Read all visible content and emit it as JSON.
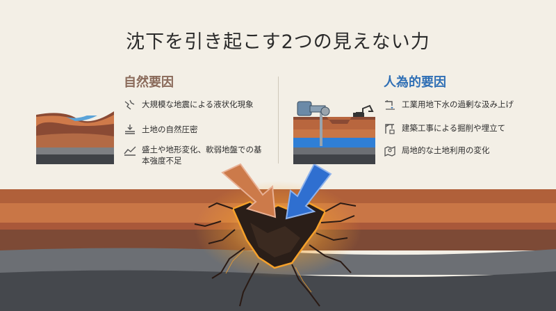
{
  "title": "沈下を引き起こす2つの見えない力",
  "natural": {
    "heading": "自然要因",
    "color": "#8a6a5a",
    "items": [
      {
        "icon": "fault-crack-icon",
        "label": "大規模な地震による液状化現象"
      },
      {
        "icon": "compression-arrow-icon",
        "label": "土地の自然圧密"
      },
      {
        "icon": "slope-terrain-icon",
        "label": "盛土や地形変化、軟弱地盤での基本強度不足"
      }
    ]
  },
  "human": {
    "heading": "人為的要因",
    "color": "#2f6fb5",
    "items": [
      {
        "icon": "water-faucet-icon",
        "label": "工業用地下水の過剰な汲み上げ"
      },
      {
        "icon": "construction-crane-icon",
        "label": "建築工事による掘削や埋立て"
      },
      {
        "icon": "land-map-icon",
        "label": "局地的な土地利用の変化"
      }
    ]
  },
  "colors": {
    "natural_arrow": "#cc7a4a",
    "human_arrow": "#2f6fd0",
    "crack_glow": "#f5a02a"
  }
}
